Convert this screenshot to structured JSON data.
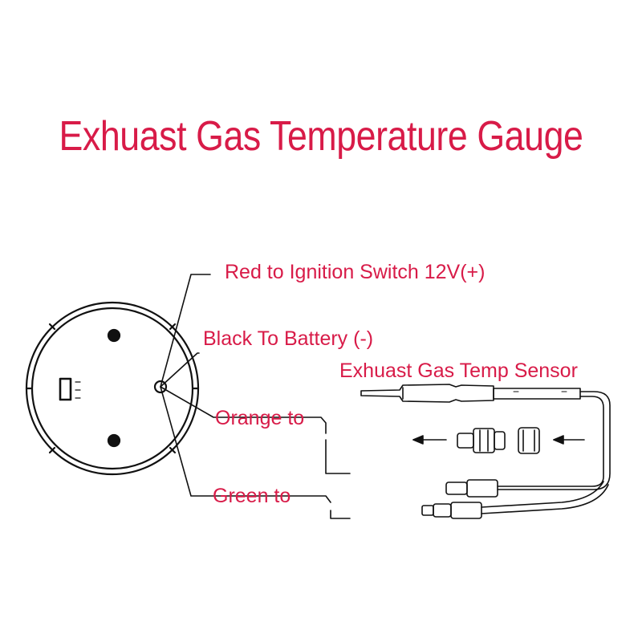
{
  "title": "Exhuast Gas Temperature Gauge",
  "labels": {
    "red_wire": "Red to Ignition Switch 12V(+)",
    "black_wire": "Black To Battery (-)",
    "sensor": "Exhuast Gas Temp Sensor",
    "orange_wire": "Orange to",
    "green_wire": "Green to"
  },
  "colors": {
    "text_accent": "#d81b48",
    "line": "#111111",
    "background": "#ffffff"
  }
}
